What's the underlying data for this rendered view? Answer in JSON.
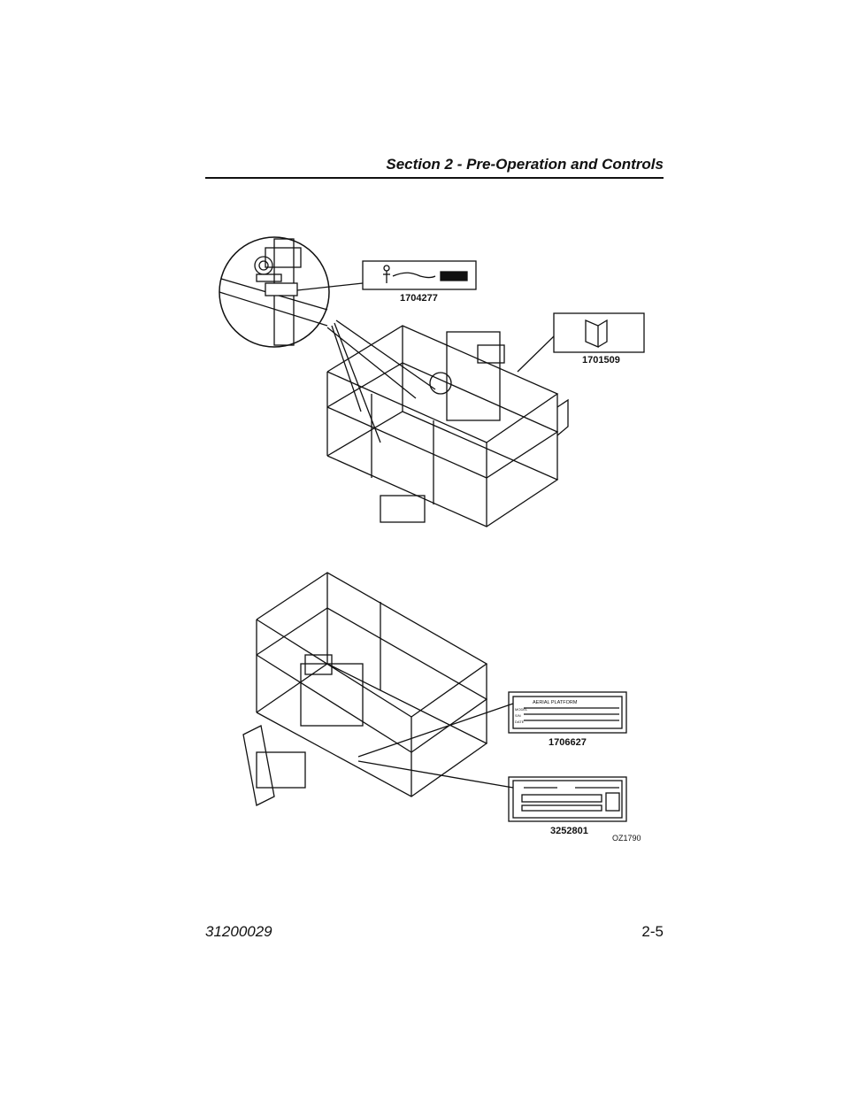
{
  "header": {
    "title": "Section 2 - Pre-Operation and Controls"
  },
  "figure": {
    "callouts": {
      "decal_a": "1704277",
      "decal_b": "1701509",
      "decal_c": "1706627",
      "decal_d": "3252801"
    },
    "decal_c_heading": "AERIAL PLATFORM",
    "decal_c_fields": [
      "MODEL",
      "S/N",
      "DATE"
    ],
    "figure_id": "OZ1790"
  },
  "footer": {
    "doc_number": "31200029",
    "page_number": "2-5"
  }
}
